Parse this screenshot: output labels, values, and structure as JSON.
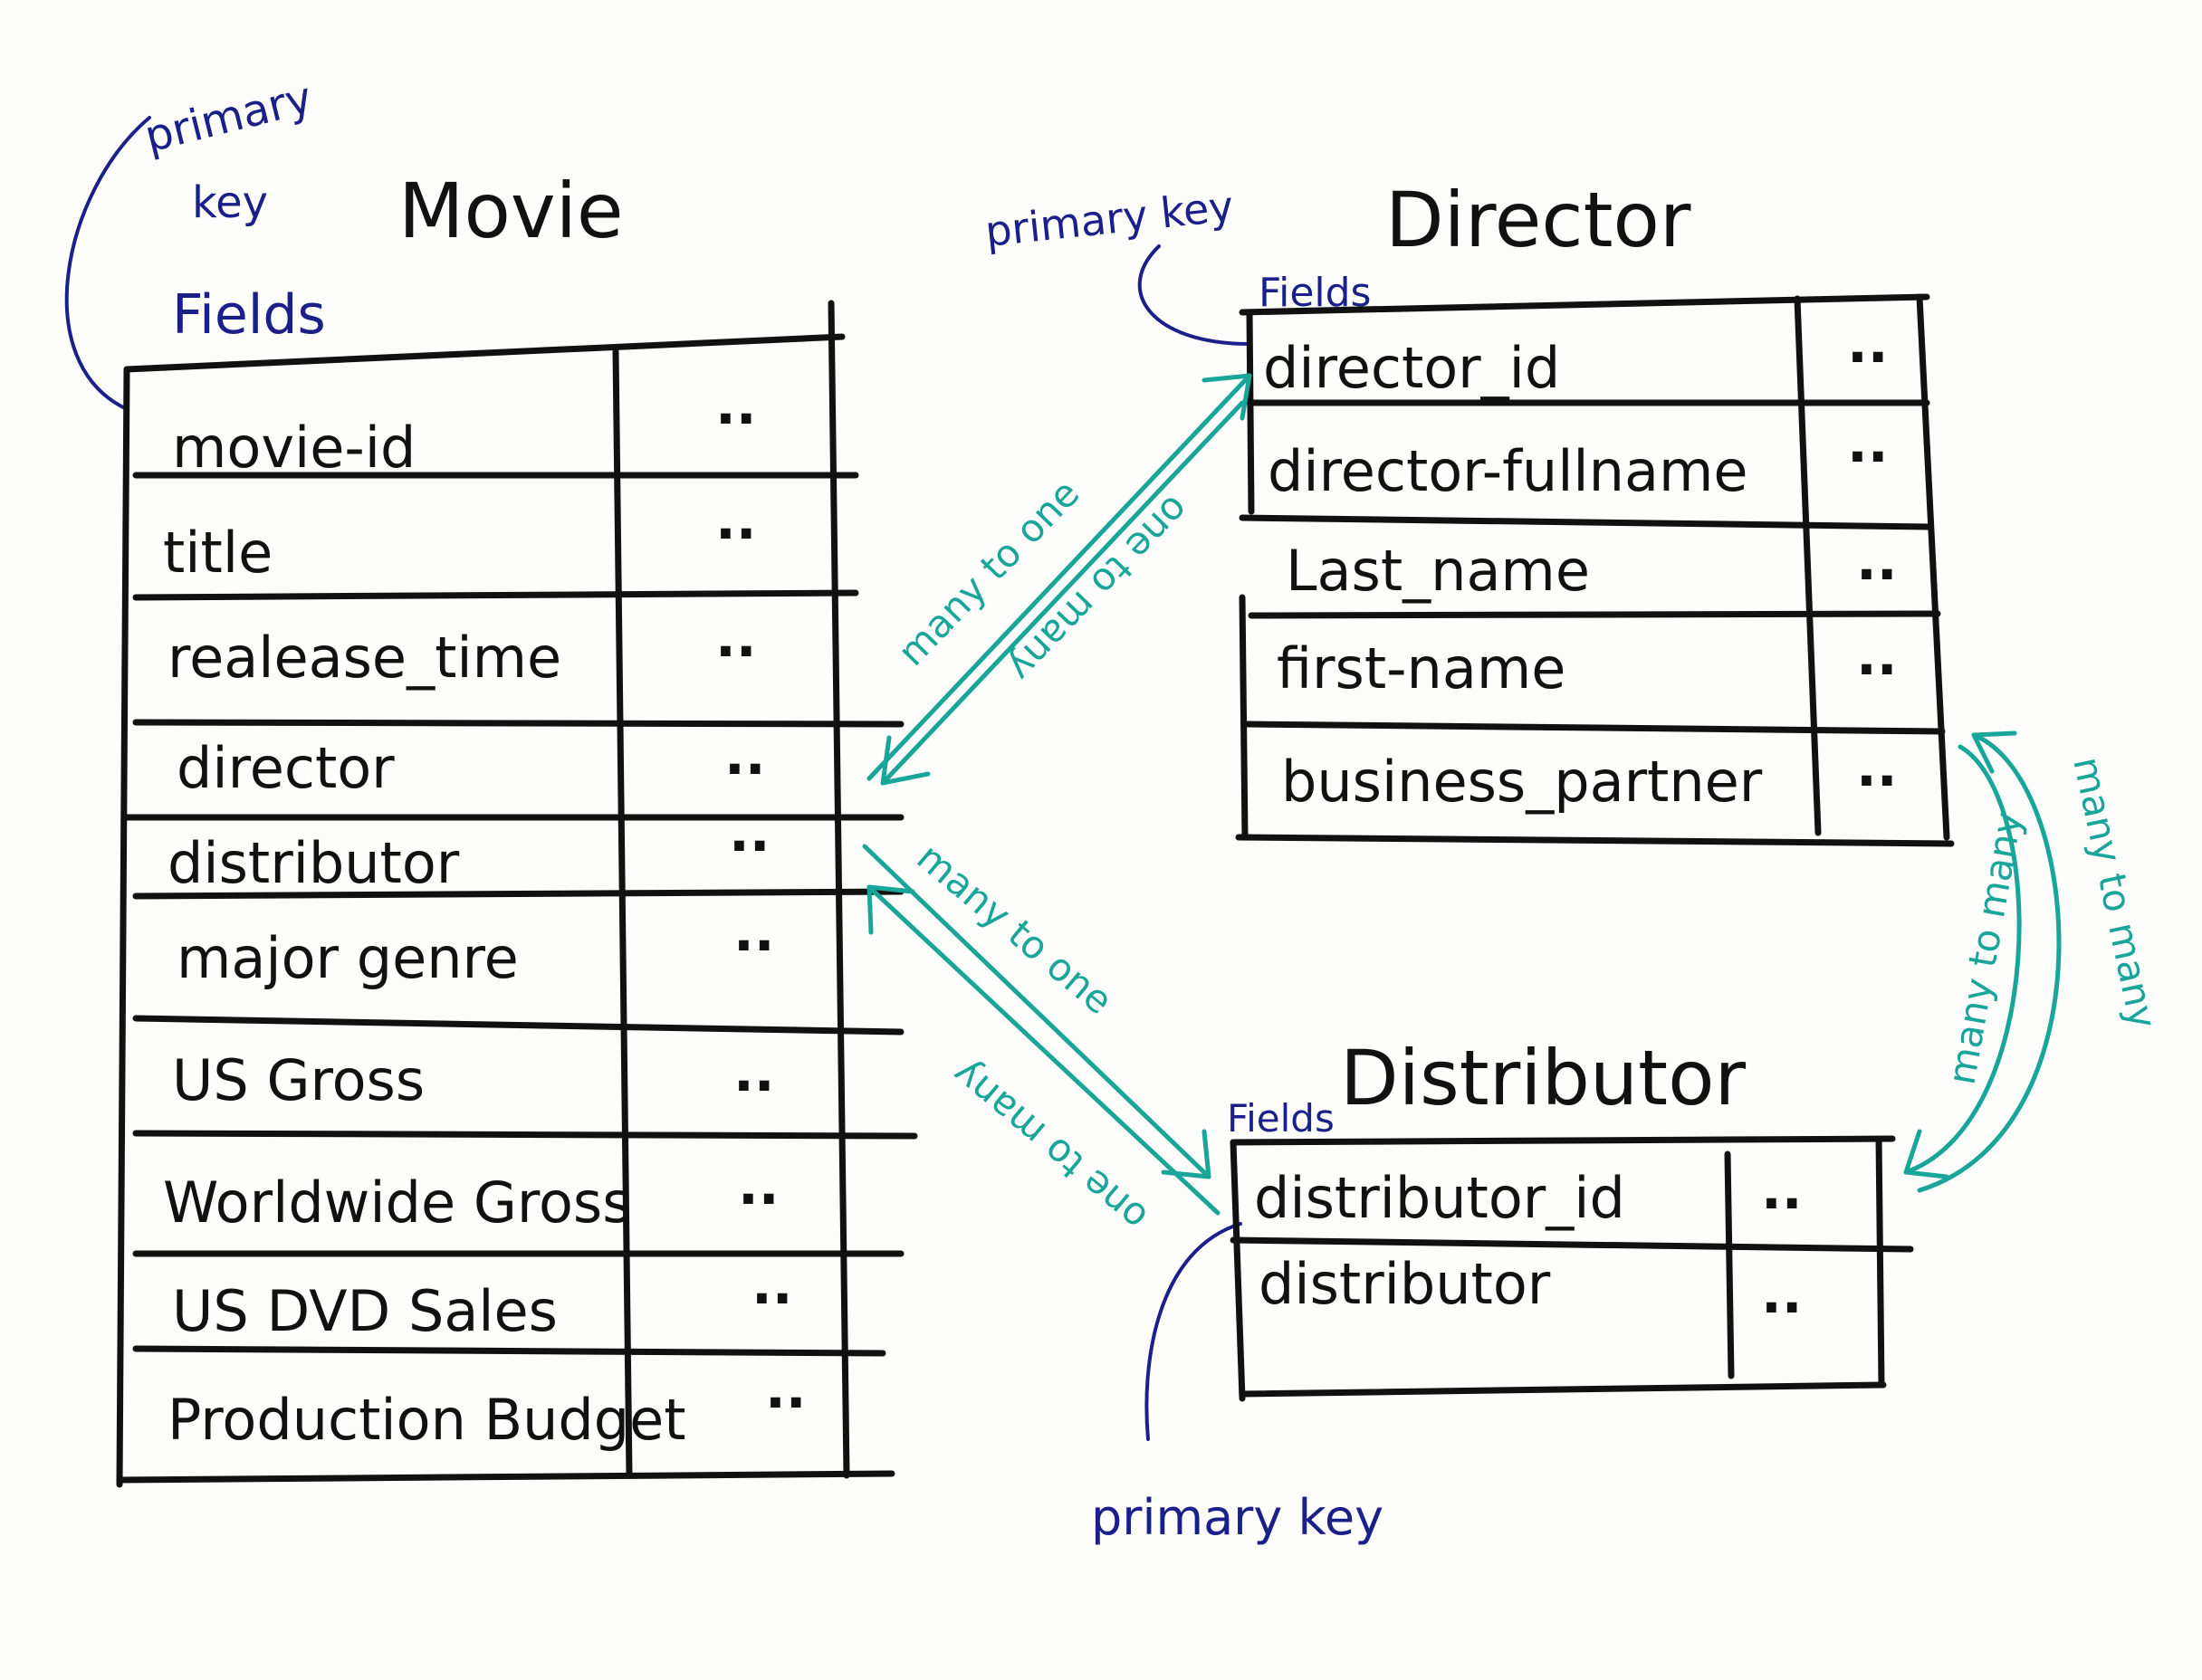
{
  "colors": {
    "ink": "#111111",
    "annotation": "#1b1f8a",
    "relation": "#1aa59a",
    "board": "#fdfdfc"
  },
  "movie": {
    "title": "Movie",
    "fields_label": "Fields",
    "primary_key_note": [
      "primary",
      "key"
    ],
    "rows": [
      {
        "name": "movie-id",
        "value": ".."
      },
      {
        "name": "title",
        "value": ".."
      },
      {
        "name": "realease_time",
        "value": ".."
      },
      {
        "name": "director",
        "value": ".."
      },
      {
        "name": "distributor",
        "value": ".."
      },
      {
        "name": "major genre",
        "value": ".."
      },
      {
        "name": "US Gross",
        "value": ".."
      },
      {
        "name": "Worldwide Gross",
        "value": ".."
      },
      {
        "name": "US DVD Sales",
        "value": ".."
      },
      {
        "name": "Production Budget",
        "value": ".."
      }
    ]
  },
  "director": {
    "title": "Director",
    "fields_label": "Fields",
    "primary_key_note": "primary key",
    "rows": [
      {
        "name": "director_id",
        "value": ".."
      },
      {
        "name": "director-fullname",
        "value": ".."
      },
      {
        "name": "Last_name",
        "value": ".."
      },
      {
        "name": "first-name",
        "value": ".."
      },
      {
        "name": "business_partner",
        "value": ".."
      }
    ]
  },
  "distributor": {
    "title": "Distributor",
    "fields_label": "Fields",
    "primary_key_note": "primary key",
    "rows": [
      {
        "name": "distributor_id",
        "value": ".."
      },
      {
        "name": "distributor",
        "value": ".."
      }
    ]
  },
  "relations": {
    "movie_director_a": "many to one",
    "movie_director_b": "one to many",
    "movie_distributor_a": "many to one",
    "movie_distributor_b": "one to many",
    "director_distributor_a": "many to many",
    "director_distributor_b": "many to many"
  }
}
